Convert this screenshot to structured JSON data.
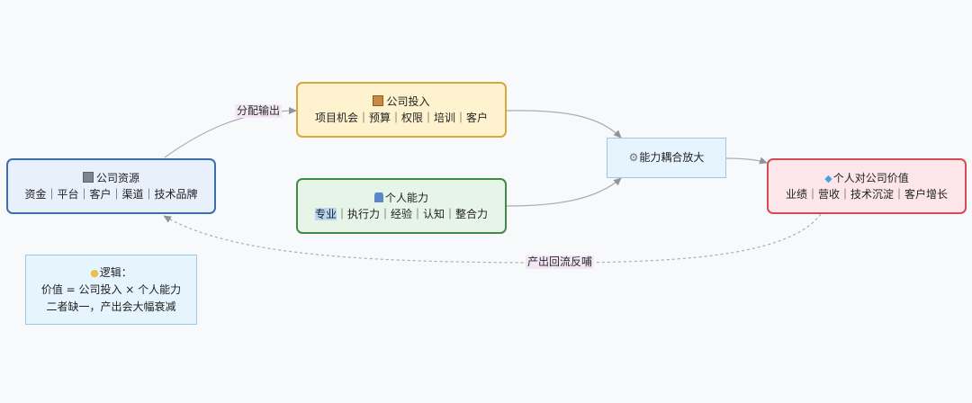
{
  "nodes": {
    "resource": {
      "title": "公司资源",
      "sub": "资金｜平台｜客户｜渠道｜技术品牌",
      "icon": "server-icon"
    },
    "company": {
      "title": "公司投入",
      "sub": "项目机会｜预算｜权限｜培训｜客户",
      "icon": "package-icon"
    },
    "personal": {
      "title": "个人能力",
      "sub_highlight": "专业",
      "sub_rest": "｜执行力｜经验｜认知｜整合力",
      "icon": "person-icon"
    },
    "amplify": {
      "title": "能力耦合放大",
      "icon": "gear-icon"
    },
    "value": {
      "title": "个人对公司价值",
      "sub": "业绩｜营收｜技术沉淀｜客户增长",
      "icon": "gem-icon"
    },
    "logic": {
      "line1": "逻辑：",
      "line2": "价值 = 公司投入 × 个人能力",
      "line3": "二者缺一，产出会大幅衰减",
      "icon": "lightbulb-icon"
    }
  },
  "edges": {
    "distribute_label": "分配输出",
    "feedback_label": "产出回流反哺"
  },
  "colors": {
    "edge": "#9aa0a8",
    "label_bg": "#f3e7f5"
  }
}
